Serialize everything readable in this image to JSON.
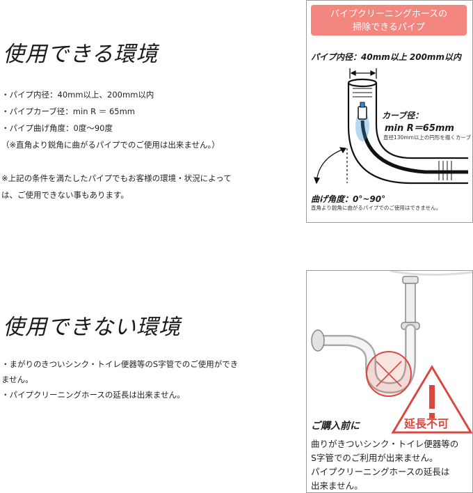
{
  "usable": {
    "title": "使用できる環境",
    "lines": [
      "・パイプ内径：40mm以上、200mm以内",
      "・パイプカーブ径：min R ＝ 65mm",
      "・パイプ曲げ角度：0度～90度",
      "（※直角より鋭角に曲がるパイプでのご使用は出来ません。）"
    ],
    "notes": [
      "※上記の条件を満たしたパイプでもお客様の環境・状況によって",
      "は、ご使用できない事もあります。"
    ]
  },
  "unusable": {
    "title": "使用できない環境",
    "lines": [
      "・まがりのきついシンク・トイレ便器等のS字管でのご使用ができ",
      "ません。",
      "・パイプクリーニングホースの延長は出来ません。"
    ]
  },
  "panel_top": {
    "header_line1": "パイプクリーニングホースの",
    "header_line2": "掃除できるパイプ",
    "inner_diameter": "パイプ内径：40mm以上  200mm以内",
    "curve_label": "カーブ径：",
    "curve_value": "min R＝65mm",
    "curve_note": "直径130mm以上の円形を描くカーブ",
    "angle_label": "曲げ角度：0°~90°",
    "angle_note": "直角より鋭角に曲がるパイプでのご使用はできません。"
  },
  "panel_bottom": {
    "warning_label": "延長不可",
    "before_purchase": "ご購入前に",
    "captions": [
      "曲りがきついシンク・トイレ便器等の",
      "S字管でのご利用が出来ません。",
      "パイプクリーニングホースの延長は",
      "出来ません。"
    ]
  },
  "colors": {
    "header_pink": "#f3867f",
    "warning_red": "#d9473e",
    "hose_blue": "#2f8fd6"
  }
}
